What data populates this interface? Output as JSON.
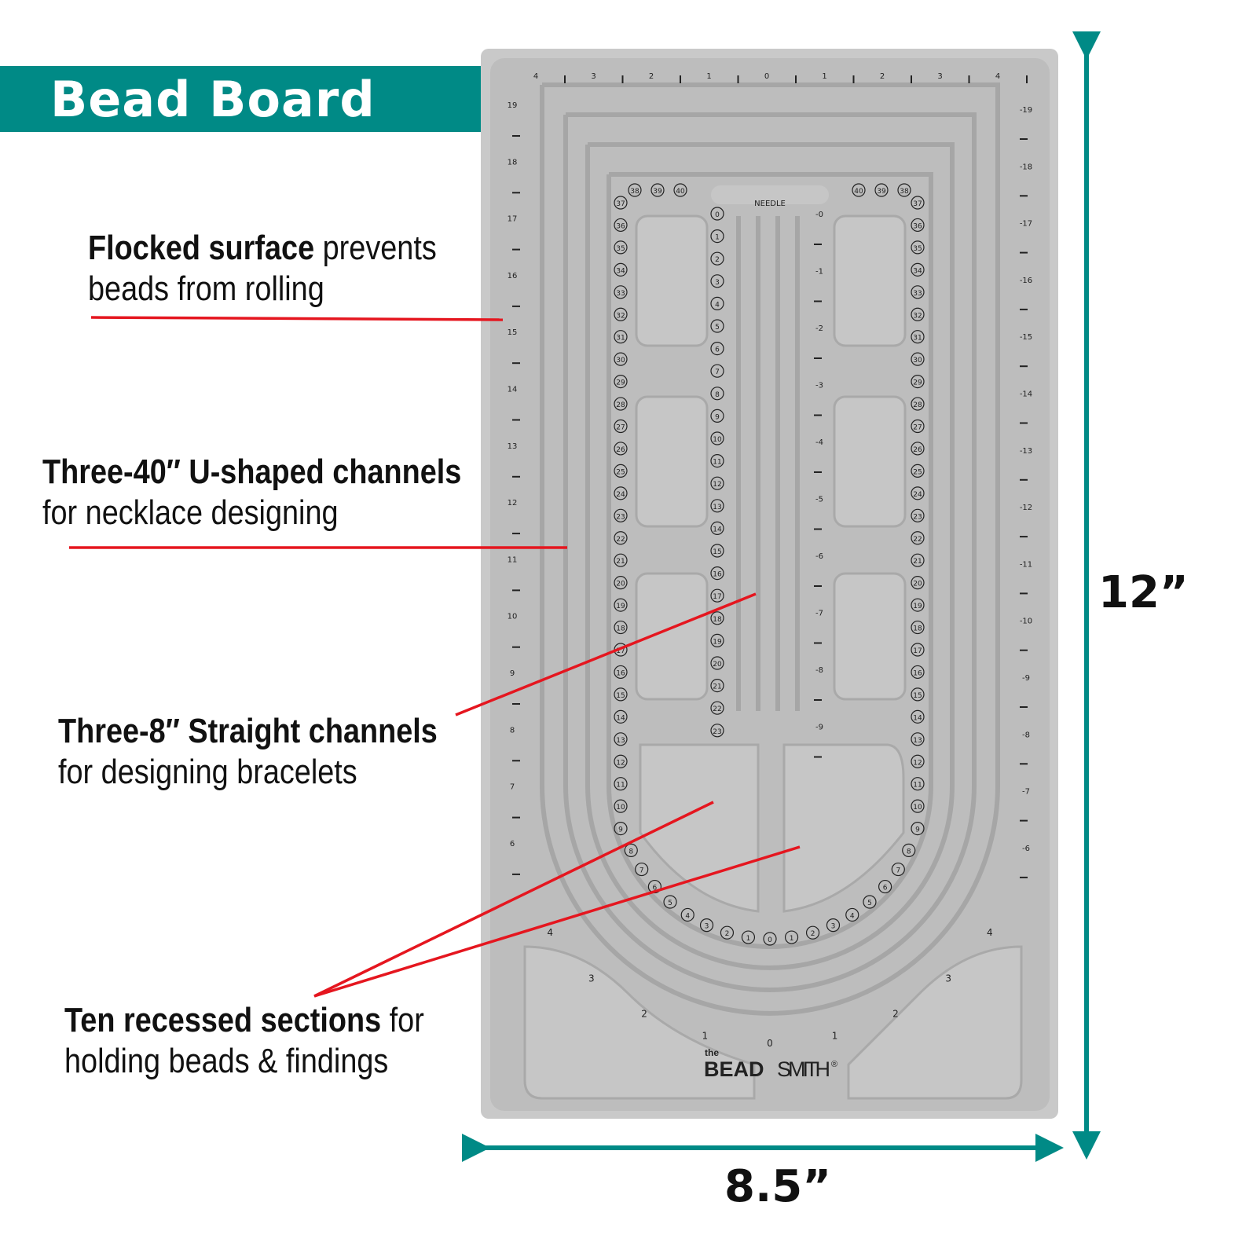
{
  "title": "Bead Board",
  "colors": {
    "accent": "#008a86",
    "pointer": "#e5161f",
    "board": "#c4c4c4"
  },
  "annotations": [
    {
      "bold": "Flocked surface",
      "rest": " prevents",
      "line2": "beads from rolling"
    },
    {
      "bold": "Three-40″ U-shaped channels",
      "rest": "",
      "line2": "for necklace designing"
    },
    {
      "bold": "Three-8″ Straight channels",
      "rest": "",
      "line2": "for designing bracelets"
    },
    {
      "bold": "Ten recessed sections",
      "rest": " for",
      "line2": "holding beads & findings"
    }
  ],
  "dimensions": {
    "height": "12”",
    "width": "8.5”"
  },
  "board": {
    "top_ruler": [
      "4",
      "3",
      "2",
      "1",
      "0",
      "1",
      "2",
      "3",
      "4"
    ],
    "left_ruler": [
      "19",
      "18",
      "17",
      "16",
      "15",
      "14",
      "13",
      "12",
      "11",
      "10",
      "9",
      "8",
      "7",
      "6"
    ],
    "right_ruler": [
      "-19",
      "-18",
      "-17",
      "-16",
      "-15",
      "-14",
      "-13",
      "-12",
      "-11",
      "-10",
      "-9",
      "-8",
      "-7",
      "-6"
    ],
    "center_ruler": [
      "-0",
      "-1",
      "-2",
      "-3",
      "-4",
      "-5",
      "-6",
      "-7",
      "-8",
      "-9"
    ],
    "needle_label": "NEEDLE",
    "top_left_marks": [
      "38",
      "39",
      "40"
    ],
    "top_right_marks": [
      "40",
      "39",
      "38"
    ],
    "side_channel_marks": [
      "37",
      "36",
      "35",
      "34",
      "33",
      "32",
      "31",
      "30",
      "29",
      "28",
      "27",
      "26",
      "25",
      "24",
      "23",
      "22",
      "21",
      "20",
      "19",
      "18",
      "17",
      "16",
      "15",
      "14",
      "13",
      "12",
      "11",
      "10",
      "9"
    ],
    "arc_marks": [
      "8",
      "7",
      "6",
      "5",
      "4",
      "3",
      "2",
      "1",
      "0",
      "1",
      "2",
      "3",
      "4",
      "5",
      "6",
      "7",
      "8"
    ],
    "bracelet_marks": [
      "0",
      "1",
      "2",
      "3",
      "4",
      "5",
      "6",
      "7",
      "8",
      "9",
      "10",
      "11",
      "12",
      "13",
      "14",
      "15",
      "16",
      "17",
      "18",
      "19",
      "20",
      "21",
      "22",
      "23"
    ],
    "bottom_ruler": [
      "4",
      "3",
      "2",
      "1",
      "0",
      "1",
      "2",
      "3",
      "4"
    ],
    "logo_small": "the",
    "logo_bold": "BEAD",
    "logo_light": "SMITH",
    "logo_mark": "®"
  }
}
